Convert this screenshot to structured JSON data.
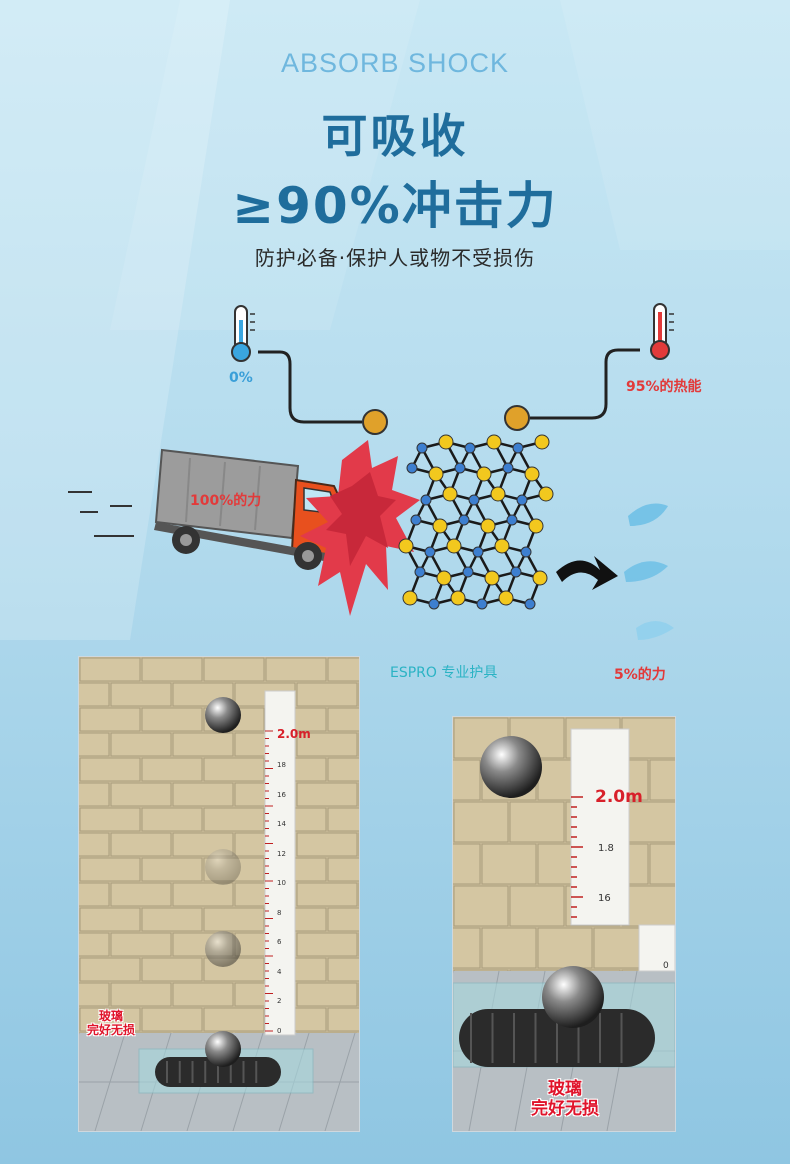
{
  "header": {
    "subtitle_en": "ABSORB SHOCK",
    "title_line1": "可吸收",
    "title_line2": "≥90%冲击力",
    "tagline": "防护必备·保护人或物不受损伤"
  },
  "diagram": {
    "temp_cold_label": "0%",
    "temp_hot_label": "95%的热能",
    "truck_force_label": "100%的力",
    "product_label": "ESPRO 专业护具",
    "remaining_force_label": "5%的力"
  },
  "demo_left": {
    "height_label": "2.0m",
    "ticks": [
      "18",
      "16",
      "14",
      "12",
      "10",
      "8",
      "6",
      "4",
      "2",
      "0"
    ],
    "caption_line1": "玻璃",
    "caption_line2": "完好无损"
  },
  "demo_right": {
    "height_label": "2.0m",
    "ticks": [
      "1.8",
      "16"
    ],
    "base_tick": "0",
    "caption_line1": "玻璃",
    "caption_line2": "完好无损"
  },
  "colors": {
    "title": "#1f6d9c",
    "subtitle": "#6fb7de",
    "accent_red": "#e23a3a",
    "accent_blue": "#3a9fd8",
    "node_yellow": "#f2c81e",
    "node_blue": "#3d7fd0"
  }
}
